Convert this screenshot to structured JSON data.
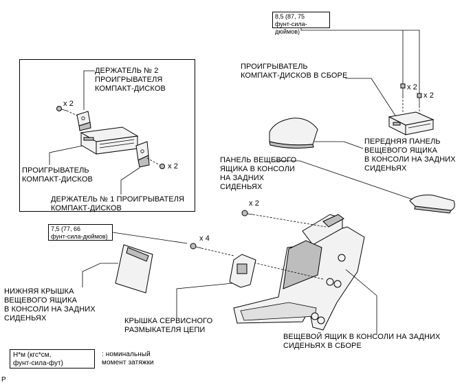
{
  "inset": {
    "holder2_label": "ДЕРЖАТЕЛЬ № 2\nПРОИГРЫВАТЕЛЯ\nКОМПАКТ-ДИСКОВ",
    "cd_player_label": "ПРОИГРЫВАТЕЛЬ\nКОМПАКТ-ДИСКОВ",
    "holder1_label": "ДЕРЖАТЕЛЬ № 1 ПРОИГРЫВАТЕЛЯ\nКОМПАКТ-ДИСКОВ",
    "qty_top": "x 2",
    "qty_right": "x 2"
  },
  "torque_top": "8,5 (87, 75\nфунт-сила-дюймов)",
  "torque_left": "7,5 (77, 66\nфунт-сила-дюймов)",
  "labels": {
    "cd_player_assy": "ПРОИГРЫВАТЕЛЬ\nКОМПАКТ-ДИСКОВ В СБОРЕ",
    "front_panel": "ПЕРЕДНЯЯ ПАНЕЛЬ\nВЕЩЕВОГО ЯЩИКА\nВ КОНСОЛИ НА ЗАДНИХ\nСИДЕНЬЯХ",
    "console_panel": "ПАНЕЛЬ ВЕЩЕВОГО\nЯЩИКА В КОНСОЛИ\nНА ЗАДНИХ\nСИДЕНЬЯХ",
    "lower_cover": "НИЖНЯЯ КРЫШКА\nВЕЩЕВОГО ЯЩИКА\nВ КОНСОЛИ НА ЗАДНИХ\nСИДЕНЬЯХ",
    "service_cover": "КРЫШКА СЕРВИСНОГО\nРАЗМЫКАТЕЛЯ ЦЕПИ",
    "console_box_assy": "ВЕЩЕВОЙ ЯЩИК В КОНСОЛИ НА ЗАДНИХ\nСИДЕНЬЯХ В СБОРЕ"
  },
  "quantities": {
    "bolt_a": "x 2",
    "bolt_b": "x 2",
    "console_screws": "x 2",
    "service_screws": "x 4"
  },
  "legend": {
    "box_text": "Н*м (кгс*см,\nфунт-сила-фут)",
    "desc": ": номинальный\nмомент затяжки"
  },
  "corner_mark": "P"
}
